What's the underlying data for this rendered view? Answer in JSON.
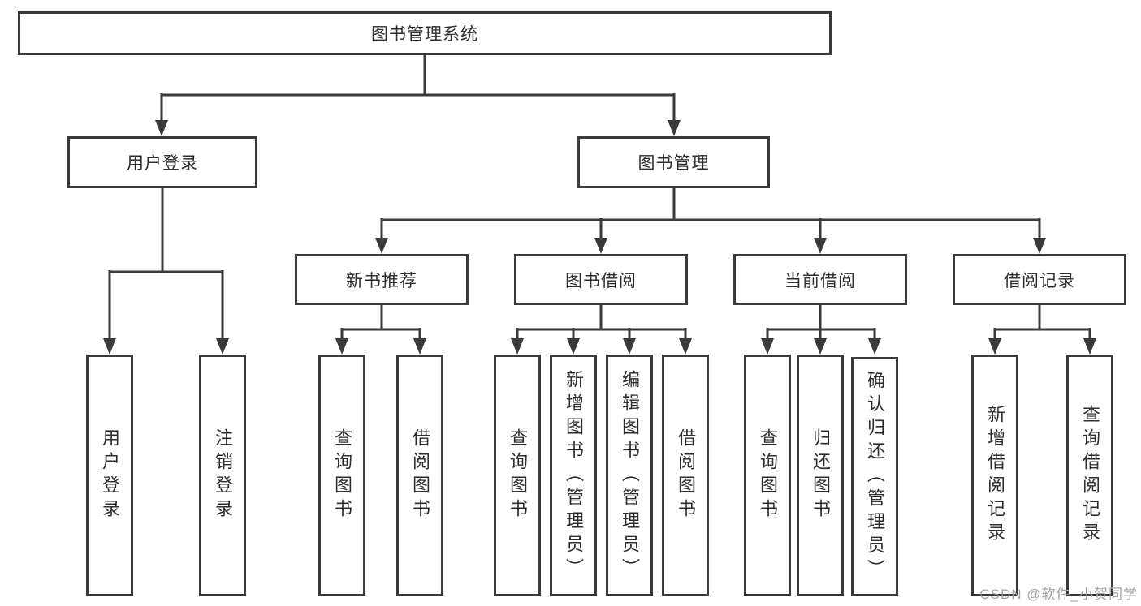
{
  "diagram": {
    "type": "tree",
    "root": {
      "label": "图书管理系统",
      "children": [
        {
          "label": "用户登录",
          "children": [
            {
              "label": "用户登录"
            },
            {
              "label": "注销登录"
            }
          ]
        },
        {
          "label": "图书管理",
          "children": [
            {
              "label": "新书推荐",
              "children": [
                {
                  "label": "查询图书"
                },
                {
                  "label": "借阅图书"
                }
              ]
            },
            {
              "label": "图书借阅",
              "children": [
                {
                  "label": "查询图书"
                },
                {
                  "label": "新增图书（管理员）"
                },
                {
                  "label": "编辑图书（管理员）"
                },
                {
                  "label": "借阅图书"
                }
              ]
            },
            {
              "label": "当前借阅",
              "children": [
                {
                  "label": "查询图书"
                },
                {
                  "label": "归还图书"
                },
                {
                  "label": "确认归还（管理员）"
                }
              ]
            },
            {
              "label": "借阅记录",
              "children": [
                {
                  "label": "新增借阅记录"
                },
                {
                  "label": "查询借阅记录"
                }
              ]
            }
          ]
        }
      ]
    }
  },
  "watermark": {
    "text": "CSDN @软件_小贺同学"
  },
  "colors": {
    "line": "#3a3a3a",
    "box_border": "#3a3a3a",
    "text": "#2e2e2e",
    "watermark": "#a3a3a3",
    "background": "#ffffff"
  }
}
